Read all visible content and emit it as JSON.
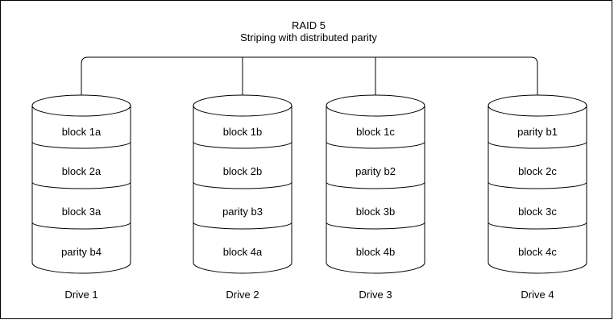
{
  "title": "RAID 5",
  "subtitle": "Striping with distributed parity",
  "drives": [
    {
      "label": "Drive 1",
      "blocks": [
        "block 1a",
        "block 2a",
        "block 3a",
        "parity b4"
      ]
    },
    {
      "label": "Drive 2",
      "blocks": [
        "block 1b",
        "block 2b",
        "parity b3",
        "block 4a"
      ]
    },
    {
      "label": "Drive 3",
      "blocks": [
        "block 1c",
        "parity b2",
        "block 3b",
        "block 4b"
      ]
    },
    {
      "label": "Drive 4",
      "blocks": [
        "parity b1",
        "block 2c",
        "block 3c",
        "block 4c"
      ]
    }
  ],
  "colors": {
    "stroke": "#000000",
    "background": "#ffffff",
    "text": "#000000"
  }
}
